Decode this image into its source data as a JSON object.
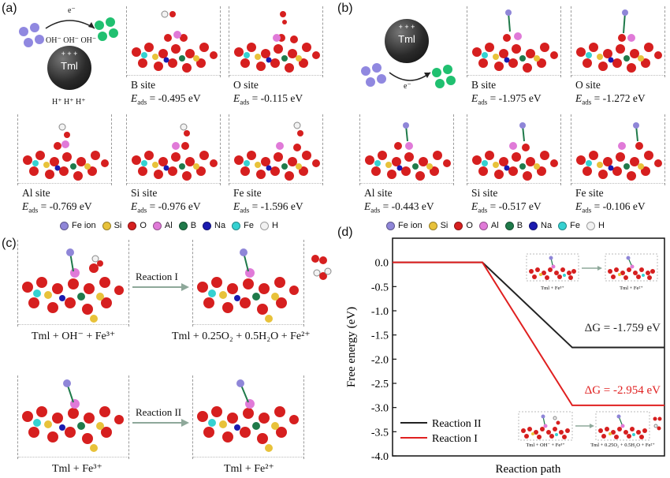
{
  "panels": {
    "a": {
      "label": "(a)",
      "tml": "Tml",
      "electron": "e⁻",
      "oh_charges": "OH⁻ OH⁻ OH⁻",
      "plus": "+ + +",
      "h_charges": "H⁺ H⁺ H⁺",
      "sites": [
        {
          "site": "B site",
          "energy": "= -0.495 eV"
        },
        {
          "site": "O site",
          "energy": "= -0.115 eV"
        },
        {
          "site": "Al site",
          "energy": "= -0.769 eV"
        },
        {
          "site": "Si site",
          "energy": "= -0.976 eV"
        },
        {
          "site": "Fe site",
          "energy": "= -1.596 eV"
        }
      ]
    },
    "b": {
      "label": "(b)",
      "tml": "Tml",
      "electron": "e⁻",
      "plus": "+ + +",
      "sites": [
        {
          "site": "B site",
          "energy": "= -1.975 eV"
        },
        {
          "site": "O site",
          "energy": "= -1.272 eV"
        },
        {
          "site": "Al site",
          "energy": "= -0.443 eV"
        },
        {
          "site": "Si site",
          "energy": "= -0.517 eV"
        },
        {
          "site": "Fe site",
          "energy": "= -0.106 eV"
        }
      ]
    },
    "c": {
      "label": "(c)",
      "reaction1": "Reaction I",
      "reaction2": "Reaction II",
      "eq1_left": "Tml + OH⁻ + Fe³⁺",
      "eq1_right": "Tml + 0.25O₂ + 0.5H₂O + Fe²⁺",
      "eq2_left": "Tml + Fe³⁺",
      "eq2_right": "Tml + Fe²⁺"
    },
    "d": {
      "label": "(d)"
    }
  },
  "energy_symbol": "E",
  "energy_sub": "ads",
  "legend": {
    "items": [
      {
        "label": "Fe ion",
        "color": "#8f86d8"
      },
      {
        "label": "Si",
        "color": "#e8c23a"
      },
      {
        "label": "O",
        "color": "#d61f1f"
      },
      {
        "label": "Al",
        "color": "#e07ad8"
      },
      {
        "label": "B",
        "color": "#1f7a4a"
      },
      {
        "label": "Na",
        "color": "#1a1ab0"
      },
      {
        "label": "Fe",
        "color": "#35d1d1"
      },
      {
        "label": "H",
        "color": "#f2f2f2"
      }
    ]
  },
  "chart_data": {
    "type": "line",
    "xlabel": "Reaction path",
    "ylabel": "Free energy (eV)",
    "ylim": [
      -4.0,
      0.5
    ],
    "yticks": [
      "0.0",
      "-0.5",
      "-1.0",
      "-1.5",
      "-2.0",
      "-2.5",
      "-3.0",
      "-3.5",
      "-4.0"
    ],
    "series": [
      {
        "name": "Reaction II",
        "color": "#222222",
        "values": [
          0.0,
          0.0,
          -1.759,
          -1.759
        ],
        "annotation": "ΔG = -1.759 eV"
      },
      {
        "name": "Reaction I",
        "color": "#e02020",
        "values": [
          0.0,
          0.0,
          -2.954,
          -2.954
        ],
        "annotation": "ΔG = -2.954 eV"
      }
    ],
    "inset_top": {
      "left": "Tml + Fe³⁺",
      "right": "Tml + Fe²⁺"
    },
    "inset_bottom": {
      "left": "Tml + OH⁻ + Fe³⁺",
      "right": "Tml + 0.25O₂ + 0.5H₂O + Fe²⁺"
    }
  }
}
